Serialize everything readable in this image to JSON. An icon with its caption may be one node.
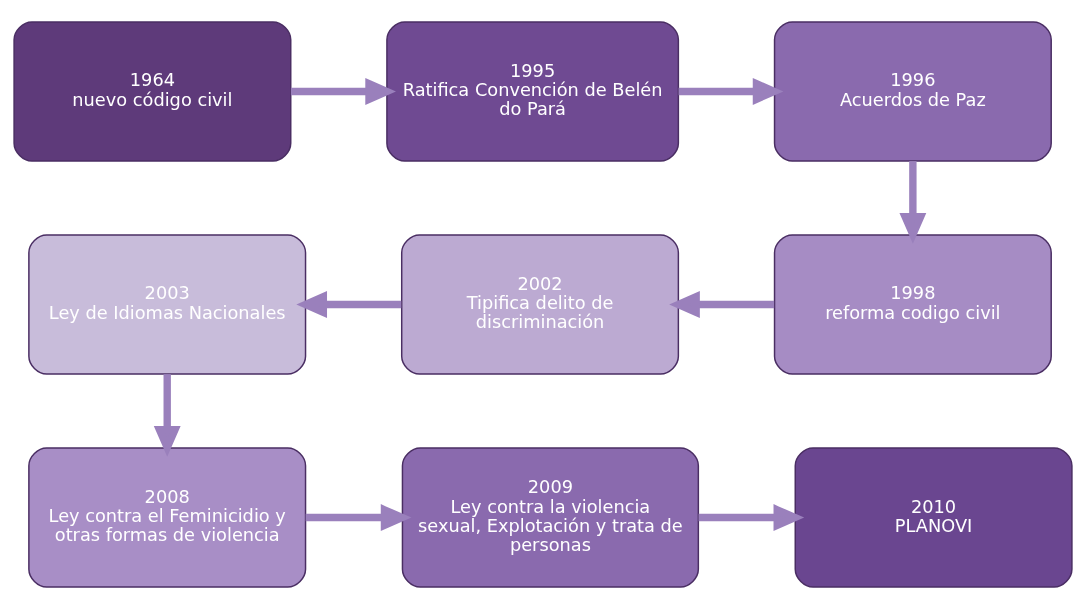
{
  "diagram": {
    "nodes": [
      {
        "text": [
          "1964",
          "nuevo código civil"
        ]
      },
      {
        "text": [
          "1995",
          "Ratifica Convención de Belén do Pará"
        ]
      },
      {
        "text": [
          "1996",
          "Acuerdos de Paz"
        ]
      },
      {
        "text": [
          "2003",
          "Ley de Idiomas Nacionales"
        ]
      },
      {
        "text": [
          "2002",
          "Tipifica delito de discriminación"
        ]
      },
      {
        "text": [
          "1998",
          "reforma codigo civil"
        ]
      },
      {
        "text": [
          "2008",
          "Ley contra el Feminicidio y otras formas de violencia"
        ]
      },
      {
        "text": [
          "2009",
          "Ley contra la violencia sexual, Explotación y trata de personas"
        ]
      },
      {
        "text": [
          "2010",
          "PLANOVI"
        ]
      }
    ],
    "edges": [
      {
        "from": 0,
        "to": 1,
        "arrow": "to"
      },
      {
        "from": 1,
        "to": 2,
        "arrow": "to"
      },
      {
        "from": 2,
        "to": 5,
        "arrow": "to"
      },
      {
        "from": 5,
        "to": 4,
        "arrow": "to"
      },
      {
        "from": 4,
        "to": 3,
        "arrow": "to"
      },
      {
        "from": 3,
        "to": 6,
        "arrow": "to"
      },
      {
        "from": 6,
        "to": 7,
        "arrow": "to"
      },
      {
        "from": 7,
        "to": 8,
        "arrow": "to"
      }
    ]
  }
}
